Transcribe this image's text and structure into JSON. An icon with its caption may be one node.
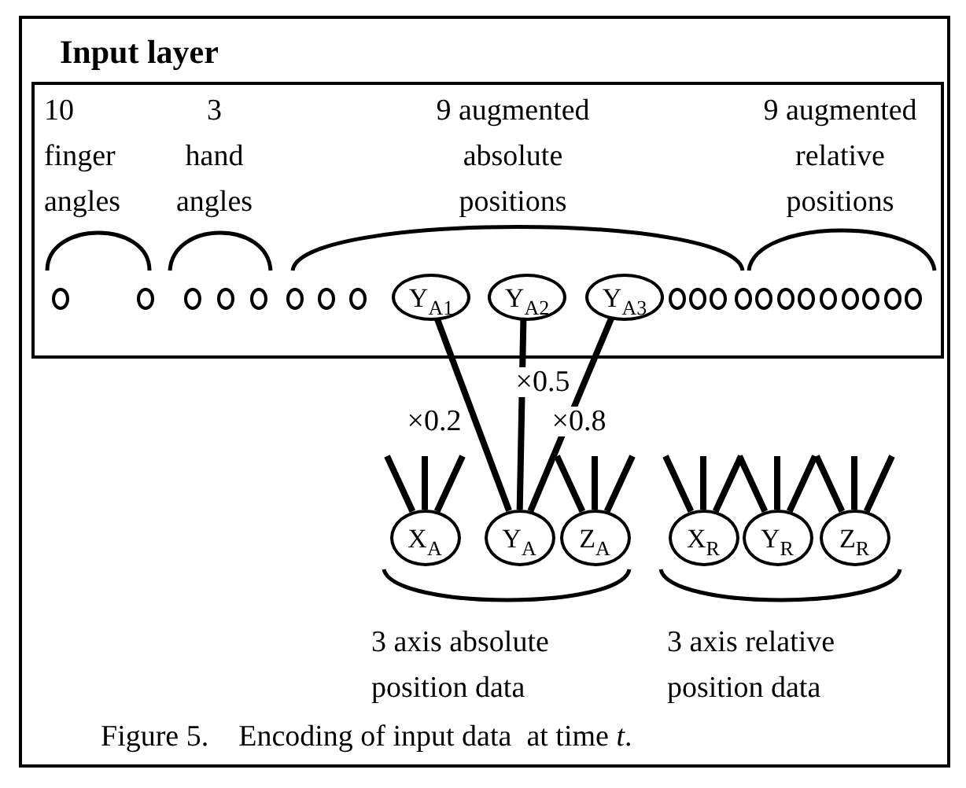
{
  "diagram": {
    "caption": "Figure 5.    Encoding of input data  at time *t*.",
    "nodes": [
      {
        "text": [
          "Input layer"
        ]
      },
      {
        "text": [],
        "shape": "circle",
        "in": 0
      },
      {
        "text": [],
        "shape": "circle",
        "in": 0
      },
      {
        "text": [],
        "shape": "circle",
        "in": 0
      },
      {
        "text": [],
        "shape": "circle",
        "in": 0
      },
      {
        "text": [],
        "shape": "circle",
        "in": 0
      },
      {
        "text": [],
        "shape": "circle",
        "in": 0
      },
      {
        "text": [],
        "shape": "circle",
        "in": 0
      },
      {
        "text": [],
        "shape": "circle",
        "in": 0
      },
      {
        "text": [
          "Y$_{A1}$"
        ],
        "in": 0
      },
      {
        "text": [
          "Y$_{A2}$"
        ],
        "in": 0
      },
      {
        "text": [
          "Y$_{A3}$"
        ],
        "in": 0
      },
      {
        "text": [],
        "shape": "circle",
        "in": 0
      },
      {
        "text": [],
        "shape": "circle",
        "in": 0
      },
      {
        "text": [],
        "shape": "circle",
        "in": 0
      },
      {
        "text": [],
        "shape": "circle",
        "in": 0
      },
      {
        "text": [],
        "shape": "circle",
        "in": 0
      },
      {
        "text": [],
        "shape": "circle",
        "in": 0
      },
      {
        "text": [],
        "shape": "circle",
        "in": 0
      },
      {
        "text": [],
        "shape": "circle",
        "in": 0
      },
      {
        "text": [],
        "shape": "circle",
        "in": 0
      },
      {
        "text": [],
        "shape": "circle",
        "in": 0
      },
      {
        "text": [],
        "shape": "circle",
        "in": 0
      },
      {
        "text": [],
        "shape": "circle",
        "in": 0
      },
      {
        "text": [
          "X$_{A}$"
        ]
      },
      {
        "text": [
          "Y$_{A}$"
        ]
      },
      {
        "text": [
          "Z$_{A}$"
        ]
      },
      {
        "text": [
          "X$_{R}$"
        ]
      },
      {
        "text": [
          "Y$_{R}$"
        ]
      },
      {
        "text": [
          "Z$_{R}$"
        ]
      }
    ],
    "edges": [
      {
        "from": 9,
        "to": 25,
        "arrow": "none",
        "label": "×0.2"
      },
      {
        "from": 10,
        "to": 25,
        "arrow": "none",
        "label": "×0.5"
      },
      {
        "from": 11,
        "to": 25,
        "arrow": "none",
        "label": "×0.8"
      },
      {
        "from": null,
        "to": 24,
        "arrow": "none"
      },
      {
        "from": null,
        "to": 24,
        "arrow": "none"
      },
      {
        "from": null,
        "to": 24,
        "arrow": "none"
      },
      {
        "from": null,
        "to": 26,
        "arrow": "none"
      },
      {
        "from": null,
        "to": 26,
        "arrow": "none"
      },
      {
        "from": null,
        "to": 26,
        "arrow": "none"
      },
      {
        "from": null,
        "to": 27,
        "arrow": "none"
      },
      {
        "from": null,
        "to": 27,
        "arrow": "none"
      },
      {
        "from": null,
        "to": 27,
        "arrow": "none"
      },
      {
        "from": null,
        "to": 28,
        "arrow": "none"
      },
      {
        "from": null,
        "to": 28,
        "arrow": "none"
      },
      {
        "from": null,
        "to": 28,
        "arrow": "none"
      },
      {
        "from": null,
        "to": 29,
        "arrow": "none"
      },
      {
        "from": null,
        "to": 29,
        "arrow": "none"
      },
      {
        "from": null,
        "to": 29,
        "arrow": "none"
      }
    ],
    "labels": [
      "10 finger angles",
      "3 hand angles",
      "9 augmented absolute positions",
      "9 augmented relative positions",
      "3 axis absolute position data",
      "3 axis relative position data"
    ]
  }
}
